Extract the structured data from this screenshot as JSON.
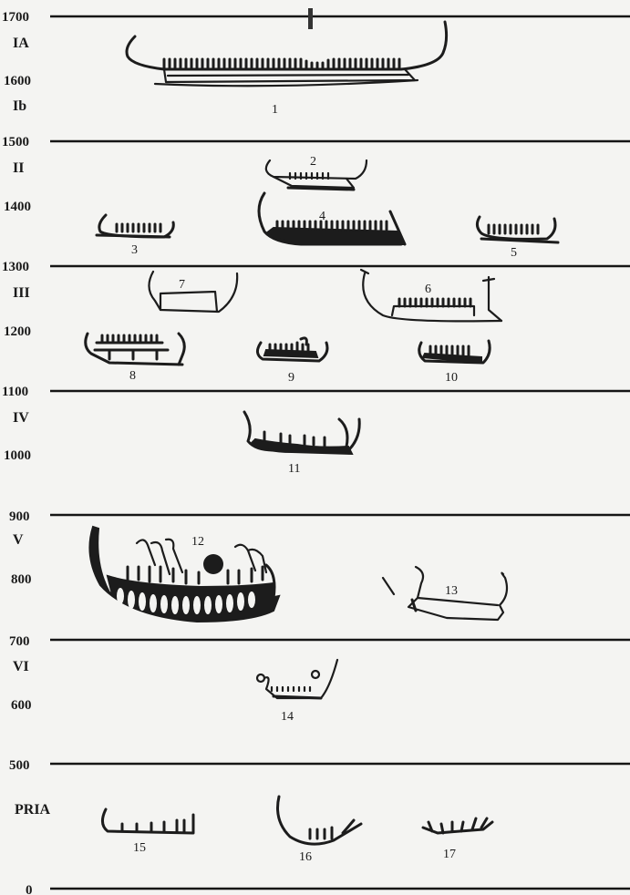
{
  "year_labels": [
    "1700",
    "1600",
    "1500",
    "1400",
    "1300",
    "1200",
    "1100",
    "1000",
    "900",
    "800",
    "700",
    "600",
    "500",
    "0"
  ],
  "period_labels": [
    "IA",
    "Ib",
    "II",
    "III",
    "IV",
    "V",
    "VI",
    "PRIA"
  ],
  "boat_labels": [
    "1",
    "2",
    "3",
    "4",
    "5",
    "6",
    "7",
    "8",
    "9",
    "10",
    "11",
    "12",
    "13",
    "14",
    "15",
    "16",
    "17"
  ]
}
